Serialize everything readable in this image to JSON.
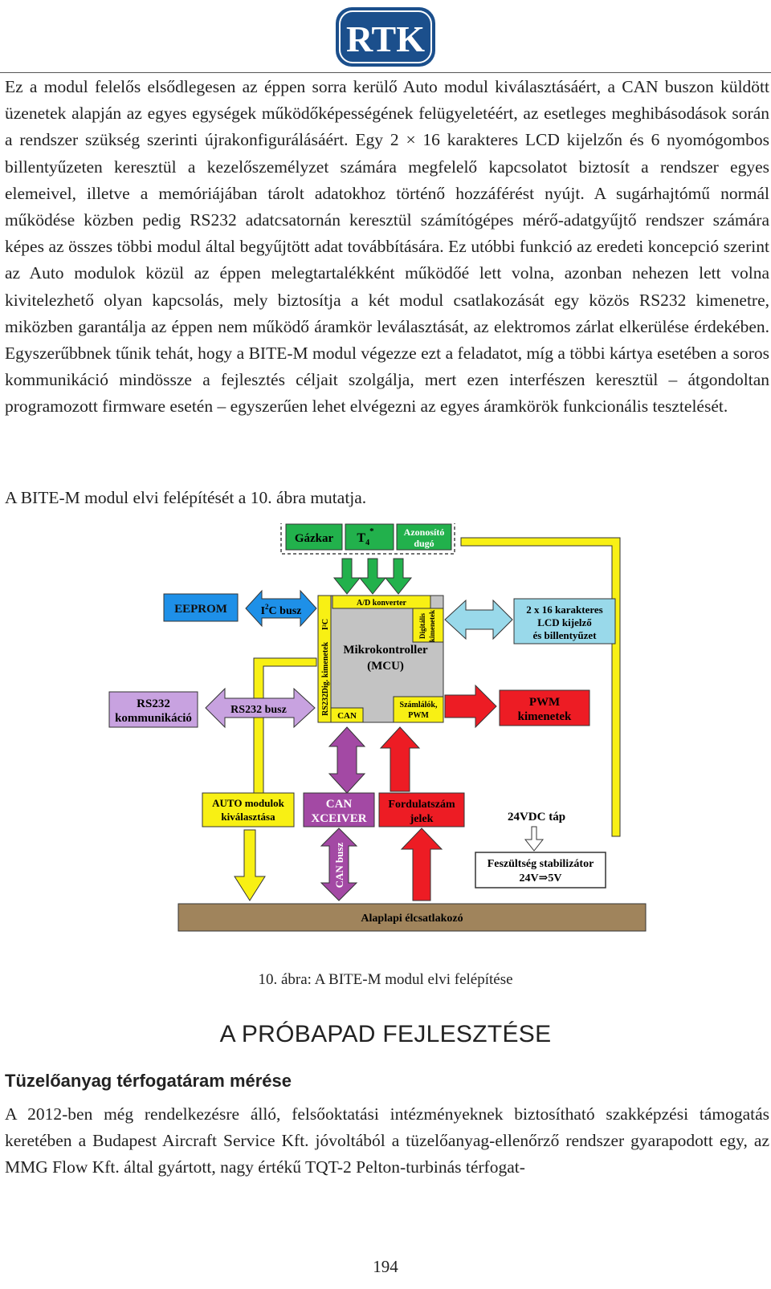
{
  "header": {
    "logo_text": "RTK"
  },
  "paragraphs": {
    "p1": "Ez a modul felelős elsődlegesen az éppen sorra kerülő Auto modul kiválasztásáért, a CAN buszon küldött üzenetek alapján az egyes egységek működőképességének felügyeletéért, az esetleges meghibásodások során a rendszer szükség szerinti újrakonfigurálásáért. Egy 2 × 16 karakteres LCD kijelzőn és 6 nyomógombos billentyűzeten keresztül a kezelőszemélyzet számára megfelelő kapcsolatot biztosít a rendszer egyes elemeivel, illetve a memóriájában tárolt adatokhoz történő hozzáférést nyújt. A sugárhajtómű normál működése közben pedig RS232 adatcsatornán keresztül számítógépes mérő-adatgyűjtő rendszer számára képes az összes többi modul által begyűjtött adat továbbítására. Ez utóbbi funkció az eredeti koncepció szerint az Auto modulok közül az éppen melegtartalékként működőé lett volna, azonban nehezen lett volna kivitelezhető olyan kapcsolás, mely biztosítja a két modul csatlakozását egy közös RS232 kimenetre, miközben garantálja az éppen nem működő áramkör leválasztását, az elektromos zárlat elkerülése érdekében. Egyszerűbbnek tűnik tehát, hogy a BITE-M modul végezze ezt a feladatot, míg a többi kártya esetében a soros kommunikáció mindössze a fejlesztés céljait szolgálja, mert ezen interfészen keresztül – átgondoltan programozott firmware esetén – egyszerűen lehet elvégezni az egyes áramkörök funkcionális tesztelését.",
    "p2": "A BITE-M modul elvi felépítését a 10. ábra mutatja.",
    "p3": "A 2012-ben még rendelkezésre álló, felsőoktatási intézményeknek biztosítható szakképzési támogatás keretében a Budapest Aircraft Service Kft. jóvoltából a tüzelőanyag-ellenőrző rendszer gyarapodott egy, az MMG Flow Kft. által gyártott, nagy értékű TQT-2 Pelton-turbinás térfogat-"
  },
  "figure": {
    "labels": {
      "gazkar": "Gázkar",
      "t4": "T",
      "t4_sub": "4",
      "t4_sup": "*",
      "azonosito_1": "Azonosító",
      "azonosito_2": "dugó",
      "eeprom": "EEPROM",
      "i2c_pre": "I",
      "i2c_sup": "2",
      "i2c_post": "C busz",
      "lcd_1": "2 x 16 karakteres",
      "lcd_2": "LCD kijelző",
      "lcd_3": "és billentyűzet",
      "ad": "A/D konverter",
      "i2c_side": "I²C",
      "dig_kim": "Dig. kimenetek",
      "rs232_side": "RS232",
      "digitalis_1": "Digitális",
      "digitalis_2": "kimenetek",
      "mcu_1": "Mikrokontroller",
      "mcu_2": "(MCU)",
      "can_small": "CAN",
      "szamlalok_1": "Számlálók,",
      "szamlalok_2": "PWM",
      "rs232_kom_1": "RS232",
      "rs232_kom_2": "kommunikáció",
      "rs232_busz": "RS232 busz",
      "pwm_1": "PWM",
      "pwm_2": "kimenetek",
      "auto_1": "AUTO modulok",
      "auto_2": "kiválasztása",
      "can_1": "CAN",
      "can_2": "XCEIVER",
      "ford_1": "Fordulatszám",
      "ford_2": "jelek",
      "tap": "24VDC táp",
      "stab_1": "Feszültség stabilizátor",
      "stab_2": "24V⇒5V",
      "can_busz": "CAN busz",
      "alaplap": "Alaplapi élcsatlakozó"
    },
    "colors": {
      "green": "#22b14c",
      "blue": "#1e90e8",
      "lightblue": "#99d9ea",
      "grey": "#c3c3c3",
      "purple": "#a349a4",
      "lavender": "#c8a2e0",
      "red": "#ed1c24",
      "yellow": "#f8f014",
      "brown": "#a0845c"
    }
  },
  "caption": "10. ábra: A BITE-M modul elvi felépítése",
  "section_title": "A PRÓBAPAD FEJLESZTÉSE",
  "subsection_title": "Tüzelőanyag térfogatáram mérése",
  "page_number": "194"
}
